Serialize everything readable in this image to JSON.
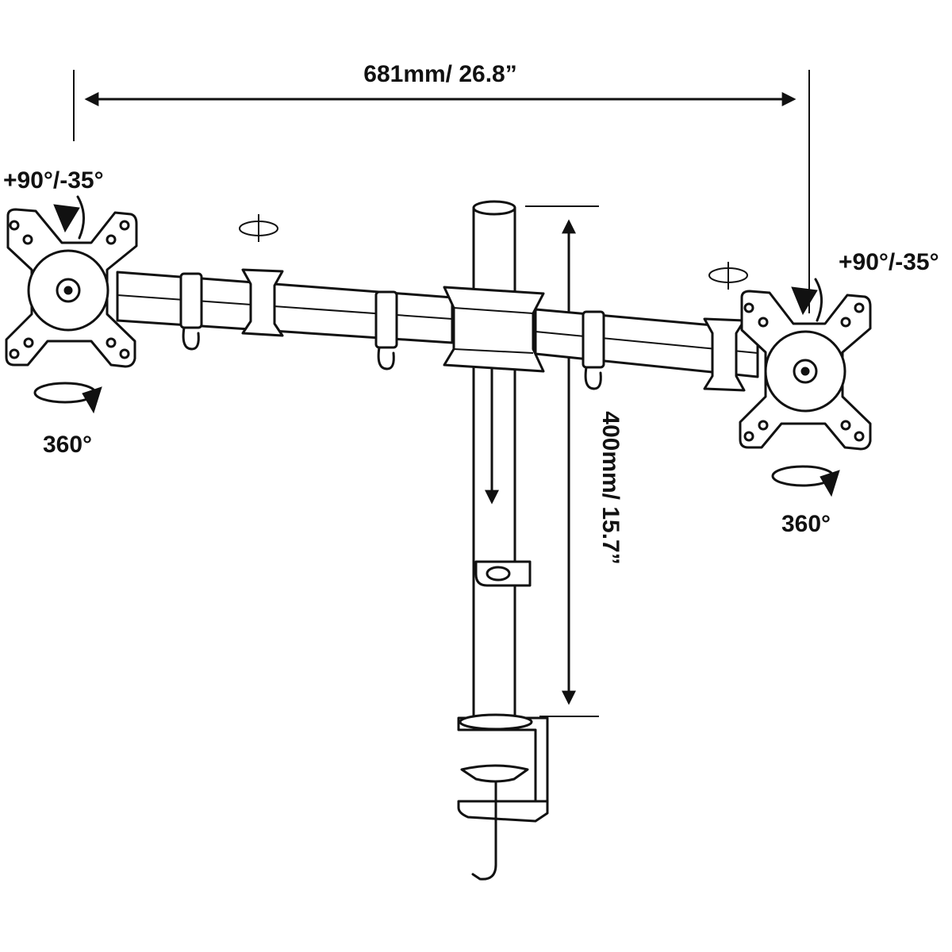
{
  "dimensions": {
    "width_label": "681mm/ 26.8”",
    "height_label": "400mm/ 15.7”"
  },
  "left_head": {
    "tilt_label": "+90°/-35°",
    "rotate_label": "360°"
  },
  "right_head": {
    "tilt_label": "+90°/-35°",
    "rotate_label": "360°"
  },
  "colors": {
    "line": "#111111",
    "background": "#ffffff"
  }
}
